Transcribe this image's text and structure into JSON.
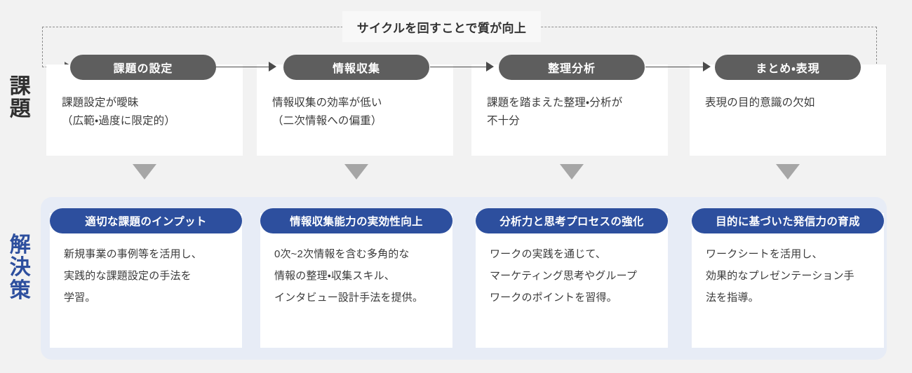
{
  "theme": {
    "background": "#f2f2f2",
    "card_background": "#ffffff",
    "problem_pill_color": "#5e5e5e",
    "solution_pill_color": "#2d4f9e",
    "solution_panel_color": "#e7ecf6",
    "triangle_color": "#a6a6a6",
    "dashed_line_color": "#8d8d8d",
    "connector_color": "#4a4a4a",
    "problem_label_color": "#2f2f2f",
    "solution_label_color": "#2d4f9e"
  },
  "side_labels": {
    "problem": "課題",
    "problem_chars": [
      "課",
      "題"
    ],
    "solution": "解決策",
    "solution_chars": [
      "解",
      "決",
      "策"
    ]
  },
  "cycle": {
    "caption": "サイクルを回すことで質が向上"
  },
  "problems": [
    {
      "pill": "課題の設定",
      "body": "課題設定が曖昧\n（広範・過度に限定的）"
    },
    {
      "pill": "情報収集",
      "body": "情報収集の効率が低い\n（二次情報への偏重）"
    },
    {
      "pill": "整理分析",
      "body": "課題を踏まえた整理・分析が\n不十分"
    },
    {
      "pill": "まとめ・表現",
      "body": "表現の目的意識の欠如"
    }
  ],
  "solutions": [
    {
      "pill": "適切な課題のインプット",
      "body": "新規事業の事例等を活用し、\n実践的な課題設定の手法を\n学習。"
    },
    {
      "pill": "情報収集能力の実効性向上",
      "body": "0次~2次情報を含む多角的な\n情報の整理・収集スキル、\nインタビュー設計手法を提供。"
    },
    {
      "pill": "分析力と思考プロセスの強化",
      "body": "ワークの実践を通じて、\nマーケティング思考やグループ\nワークのポイントを習得。"
    },
    {
      "pill": "目的に基づいた発信力の育成",
      "body": "ワークシートを活用し、\n効果的なプレゼンテーション手\n法を指導。"
    }
  ]
}
